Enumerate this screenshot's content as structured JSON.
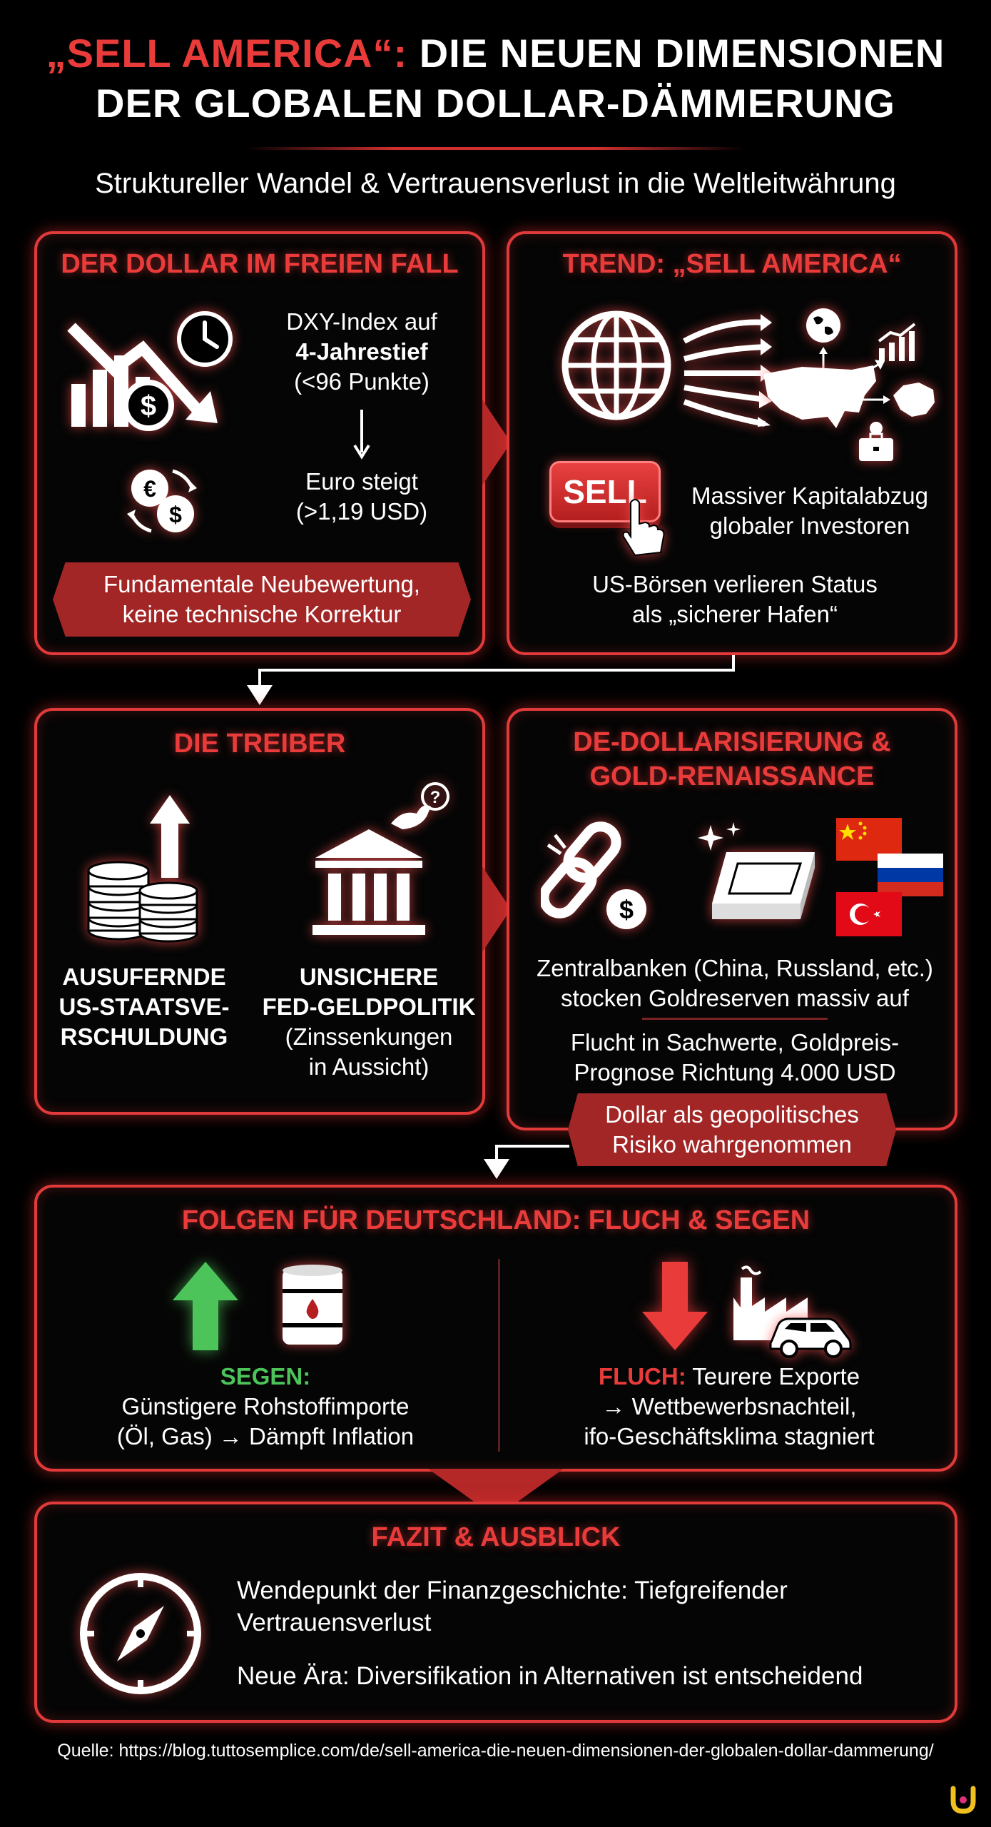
{
  "header": {
    "title_accent": "„SELL AMERICA“:",
    "title_line1_rest": " DIE NEUEN DIMENSIONEN",
    "title_line2": "DER GLOBALEN DOLLAR-DÄMMERUNG",
    "subtitle": "Struktureller Wandel & Vertrauensverlust in die Weltleitwährung"
  },
  "card_fall": {
    "title": "DER DOLLAR IM FREIEN FALL",
    "dxy_line1": "DXY-Index auf",
    "dxy_line2": "4-Jahrestief",
    "dxy_line3": "(<96 Punkte)",
    "euro_line1": "Euro steigt",
    "euro_line2": "(>1,19 USD)",
    "banner_line1": "Fundamentale Neubewertung,",
    "banner_line2": "keine technische Korrektur",
    "dollar_symbol": "$",
    "euro_symbol": "€"
  },
  "card_trend": {
    "title": "TREND: „SELL AMERICA“",
    "sell_button": "SELL",
    "capital_line1": "Massiver Kapitalabzug",
    "capital_line2": "globaler Investoren",
    "status_line1": "US-Börsen verlieren Status",
    "status_line2": "als „sicherer Hafen“"
  },
  "card_drivers": {
    "title": "DIE TREIBER",
    "debt_line1": "AUSUFERNDE",
    "debt_line2": "US-STAATSVE-",
    "debt_line3": "RSCHULDUNG",
    "fed_line1": "UNSICHERE",
    "fed_line2": "FED-GELDPOLITIK",
    "fed_line3": "(Zinssenkungen",
    "fed_line4": "in Aussicht)",
    "question_mark": "?"
  },
  "card_dedollar": {
    "title_line1": "DE-DOLLARISIERUNG &",
    "title_line2": "GOLD-RENAISSANCE",
    "cb_line1": "Zentralbanken (China, Russland, etc.)",
    "cb_line2": "stocken Goldreserven massiv auf",
    "flight_line1": "Flucht in Sachwerte, Goldpreis-",
    "flight_line2": "Prognose Richtung 4.000 USD",
    "banner_line1": "Dollar als geopolitisches",
    "banner_line2": "Risiko wahrgenommen",
    "dollar_symbol": "$"
  },
  "card_germany": {
    "title": "FOLGEN FÜR DEUTSCHLAND: FLUCH & SEGEN",
    "segen_label": "SEGEN:",
    "segen_line1": "Günstigere Rohstoffimporte",
    "segen_line2": "(Öl, Gas) → Dämpft Inflation",
    "fluch_label": "FLUCH:",
    "fluch_line1_rest": " Teurere Exporte",
    "fluch_line2": "→ Wettbewerbsnachteil,",
    "fluch_line3": "ifo-Geschäftsklima stagniert"
  },
  "card_fazit": {
    "title": "FAZIT & AUSBLICK",
    "point1_line1": "Wendepunkt der Finanzgeschichte: Tiefgreifender",
    "point1_line2": "Vertrauensverlust",
    "point2": "Neue Ära: Diversifikation in Alternativen ist entscheidend"
  },
  "footer": {
    "source": "Quelle: https://blog.tuttosemplice.com/de/sell-america-die-neuen-dimensionen-der-globalen-dollar-dammerung/"
  },
  "colors": {
    "accent_red": "#ea3b3b",
    "banner_red": "#a32626",
    "segen_green": "#4cc45a",
    "fluch_red": "#ea3b3b"
  },
  "icons": [
    "chart-down-icon",
    "clock-icon",
    "dollar-icon",
    "currency-exchange-icon",
    "globe-icon",
    "arrows-icon",
    "world-icon",
    "growth-chart-icon",
    "usa-map-icon",
    "china-map-icon",
    "briefcase-icon",
    "sell-button-icon",
    "hand-pointer-icon",
    "coins-stack-icon",
    "arrow-up-icon",
    "bank-icon",
    "dove-icon",
    "broken-chain-icon",
    "gold-bar-icon",
    "sparkle-icon",
    "china-flag-icon",
    "russia-flag-icon",
    "turkey-flag-icon",
    "green-arrow-up-icon",
    "oil-barrel-icon",
    "red-arrow-down-icon",
    "factory-icon",
    "car-icon",
    "compass-icon",
    "logo-icon"
  ]
}
